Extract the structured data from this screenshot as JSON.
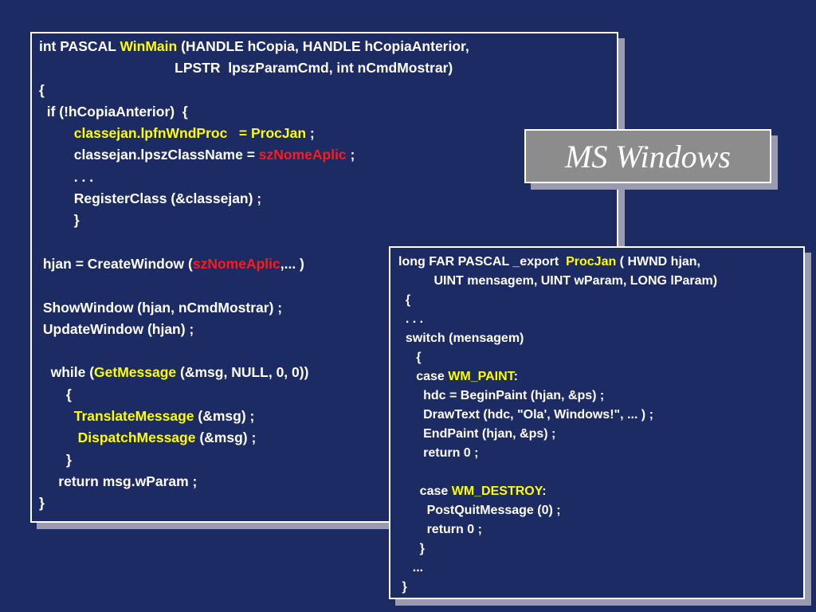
{
  "title": "MS Windows",
  "winmain_code": [
    [
      {
        "t": "int PASCAL "
      },
      {
        "t": "WinMain",
        "c": "yellow"
      },
      {
        "t": " (HANDLE hCopia, HANDLE hCopiaAnterior,"
      }
    ],
    [
      {
        "t": "                                   LPSTR  lpszParamCmd, int nCmdMostrar)"
      }
    ],
    [
      {
        "t": "{"
      }
    ],
    [
      {
        "t": "  if (!hCopiaAnterior)  {"
      }
    ],
    [
      {
        "t": "         "
      },
      {
        "t": "classejan.lpfnWndProc   = ProcJan",
        "c": "yellow"
      },
      {
        "t": " ;"
      }
    ],
    [
      {
        "t": "         classejan.lpszClassName = "
      },
      {
        "t": "szNomeAplic",
        "c": "red"
      },
      {
        "t": " ;"
      }
    ],
    [
      {
        "t": "         . . ."
      }
    ],
    [
      {
        "t": "         RegisterClass (&classejan) ;"
      }
    ],
    [
      {
        "t": "         }"
      }
    ],
    [
      {
        "t": ""
      }
    ],
    [
      {
        "t": " hjan = CreateWindow ("
      },
      {
        "t": "szNomeAplic",
        "c": "red"
      },
      {
        "t": ",... )"
      }
    ],
    [
      {
        "t": ""
      }
    ],
    [
      {
        "t": " ShowWindow (hjan, nCmdMostrar) ;"
      }
    ],
    [
      {
        "t": " UpdateWindow (hjan) ;"
      }
    ],
    [
      {
        "t": ""
      }
    ],
    [
      {
        "t": "   while ("
      },
      {
        "t": "GetMessage",
        "c": "yellow"
      },
      {
        "t": " (&msg, NULL, 0, 0))"
      }
    ],
    [
      {
        "t": "       {"
      }
    ],
    [
      {
        "t": "         "
      },
      {
        "t": "TranslateMessage",
        "c": "yellow"
      },
      {
        "t": " (&msg) ;"
      }
    ],
    [
      {
        "t": "          "
      },
      {
        "t": "DispatchMessage",
        "c": "yellow"
      },
      {
        "t": " (&msg) ;"
      }
    ],
    [
      {
        "t": "       }"
      }
    ],
    [
      {
        "t": "     return msg.wParam ;"
      }
    ],
    [
      {
        "t": "}"
      }
    ]
  ],
  "procjan_code": [
    [
      {
        "t": "long FAR PASCAL _export  "
      },
      {
        "t": "ProcJan",
        "c": "yellow"
      },
      {
        "t": " ( HWND hjan,"
      }
    ],
    [
      {
        "t": "          UINT mensagem, UINT wParam, LONG lParam)"
      }
    ],
    [
      {
        "t": "  {"
      }
    ],
    [
      {
        "t": "  . . ."
      }
    ],
    [
      {
        "t": "  switch (mensagem)"
      }
    ],
    [
      {
        "t": "     {"
      }
    ],
    [
      {
        "t": "     case "
      },
      {
        "t": "WM_PAINT",
        "c": "yellow"
      },
      {
        "t": ":"
      }
    ],
    [
      {
        "t": "       hdc = BeginPaint (hjan, &ps) ;"
      }
    ],
    [
      {
        "t": "       DrawText (hdc, \"Ola', Windows!\", ... ) ;"
      }
    ],
    [
      {
        "t": "       EndPaint (hjan, &ps) ;"
      }
    ],
    [
      {
        "t": "       return 0 ;"
      }
    ],
    [
      {
        "t": ""
      }
    ],
    [
      {
        "t": "      case "
      },
      {
        "t": "WM_DESTROY",
        "c": "yellow"
      },
      {
        "t": ":"
      }
    ],
    [
      {
        "t": "        PostQuitMessage (0) ;"
      }
    ],
    [
      {
        "t": "        return 0 ;"
      }
    ],
    [
      {
        "t": "      }"
      }
    ],
    [
      {
        "t": "    ..."
      }
    ],
    [
      {
        "t": " }"
      }
    ]
  ]
}
